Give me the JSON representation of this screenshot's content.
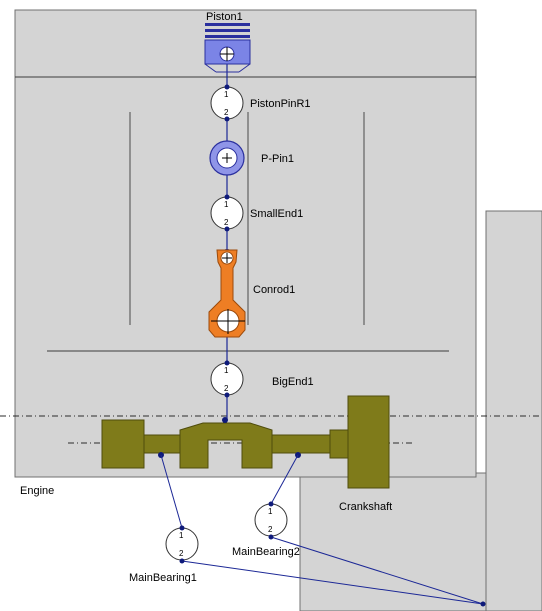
{
  "diagram": {
    "piston_label": "Piston1",
    "piston_pin_bearing_label": "PistonPinR1",
    "piston_pin_label": "P-Pin1",
    "small_end_label": "SmallEnd1",
    "conrod_label": "Conrod1",
    "big_end_label": "BigEnd1",
    "engine_label": "Engine",
    "crankshaft_label": "Crankshaft",
    "main_bearing_1_label": "MainBearing1",
    "main_bearing_2_label": "MainBearing2",
    "bearing_node_top_number": "1",
    "bearing_node_bottom_number": "2"
  },
  "colors": {
    "block_gray": "#d4d4d4",
    "engine_border": "#707070",
    "piston_fill": "#7b84e6",
    "piston_stroke": "#2a2f9e",
    "pin_fill": "#8f95e8",
    "conrod_fill": "#ee7e24",
    "conrod_stroke": "#9c4a0b",
    "crank_fill": "#7f7b1a",
    "crank_stroke": "#4f4c0c",
    "link_blue": "#1c2896",
    "node_dot": "#0e1a7a"
  }
}
